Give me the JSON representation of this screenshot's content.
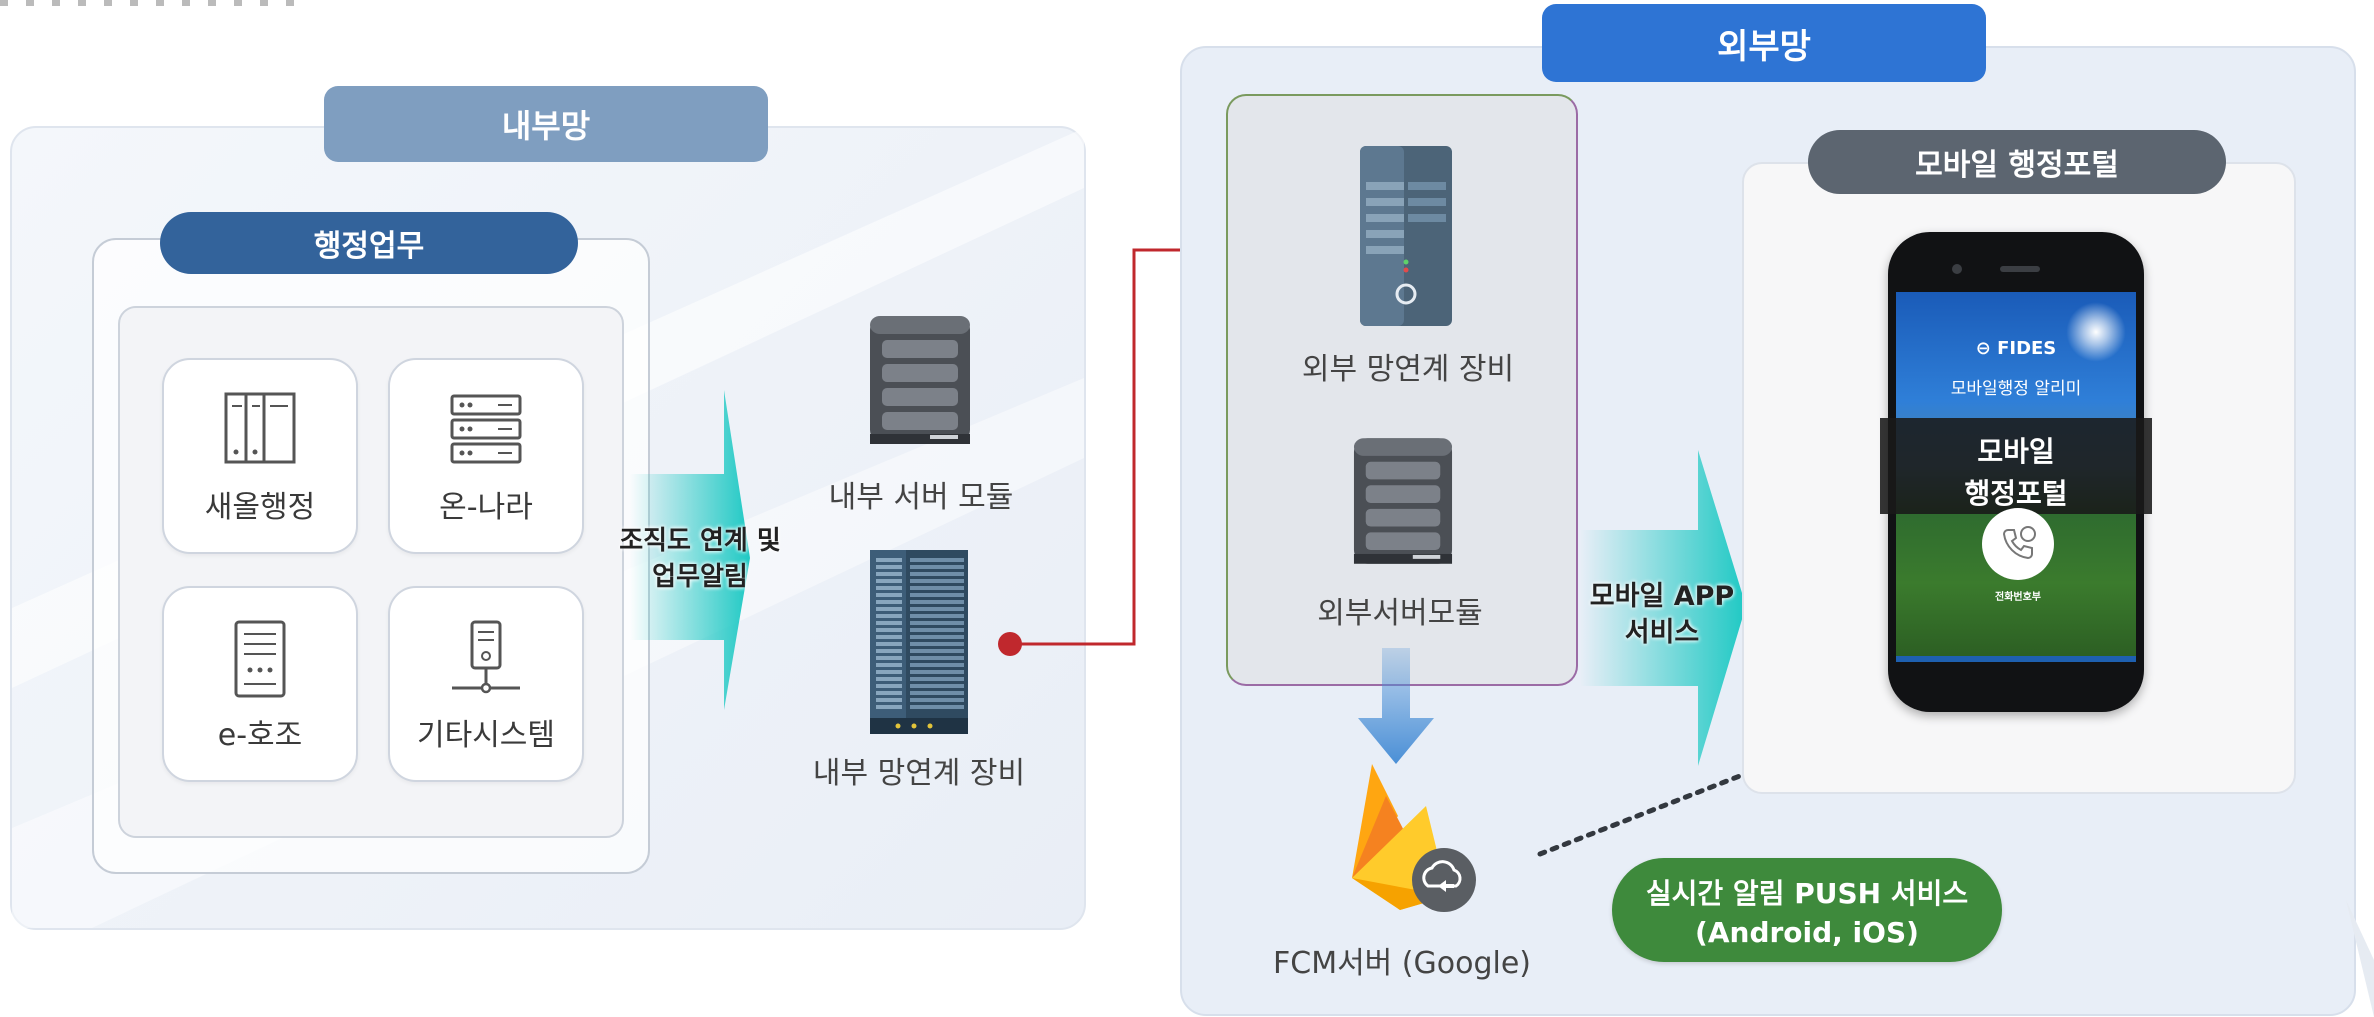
{
  "internal": {
    "title": "내부망",
    "group_title": "행정업무",
    "systems": [
      {
        "label": "새올행정",
        "icon": "binder-icon"
      },
      {
        "label": "온-나라",
        "icon": "server-rack-icon"
      },
      {
        "label": "e-호조",
        "icon": "tower-server-icon"
      },
      {
        "label": "기타시스템",
        "icon": "network-node-icon"
      }
    ],
    "arrow_label_line1": "조직도 연계 및",
    "arrow_label_line2": "업무알림",
    "server_module": "내부 서버 모듈",
    "link_device": "내부 망연계 장비"
  },
  "external": {
    "title": "외부망",
    "link_device": "외부 망연계 장비",
    "server_module": "외부서버모듈",
    "fcm_label": "FCM서버 (Google)",
    "arrow_label_line1": "모바일 APP",
    "arrow_label_line2": "서비스",
    "push_line1": "실시간 알림 PUSH 서비스",
    "push_line2": "(Android, iOS)"
  },
  "portal": {
    "title": "모바일 행정포털",
    "brand": "FIDES",
    "app_subtitle": "모바일행정 알리미",
    "banner_line1": "모바일",
    "banner_line2": "행정포털",
    "call_label": "전화번호부"
  },
  "colors": {
    "internal_pill": "#7f9ec0",
    "group_pill": "#33639b",
    "external_pill": "#2e74d4",
    "portal_pill": "#5c6570",
    "push_pill": "#3e8a3c",
    "link_line": "#c0282d",
    "arrow_teal": "#1fc9c4",
    "arrow_blue": "#4a8fd6"
  }
}
